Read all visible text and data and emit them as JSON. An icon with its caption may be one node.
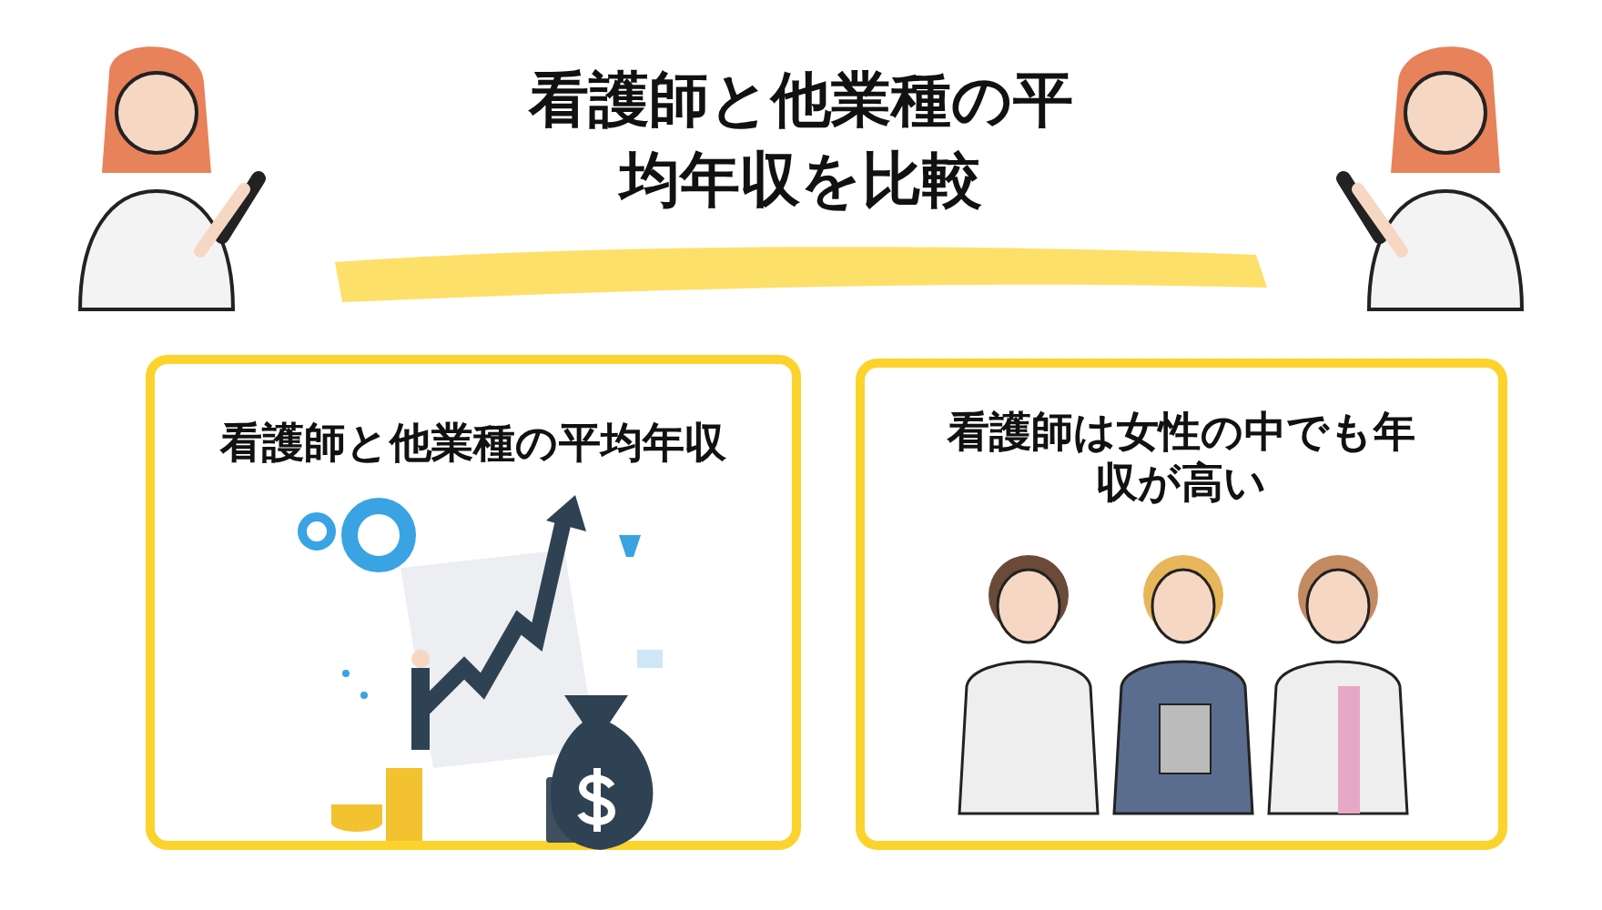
{
  "diagram": {
    "title": "看護師と他業種の平均年収を比較",
    "nodes": [
      {
        "text": [
          "看護師と他業種の平均年収"
        ]
      },
      {
        "text": [
          "看護師は女性の中でも年収が高い"
        ]
      }
    ]
  }
}
